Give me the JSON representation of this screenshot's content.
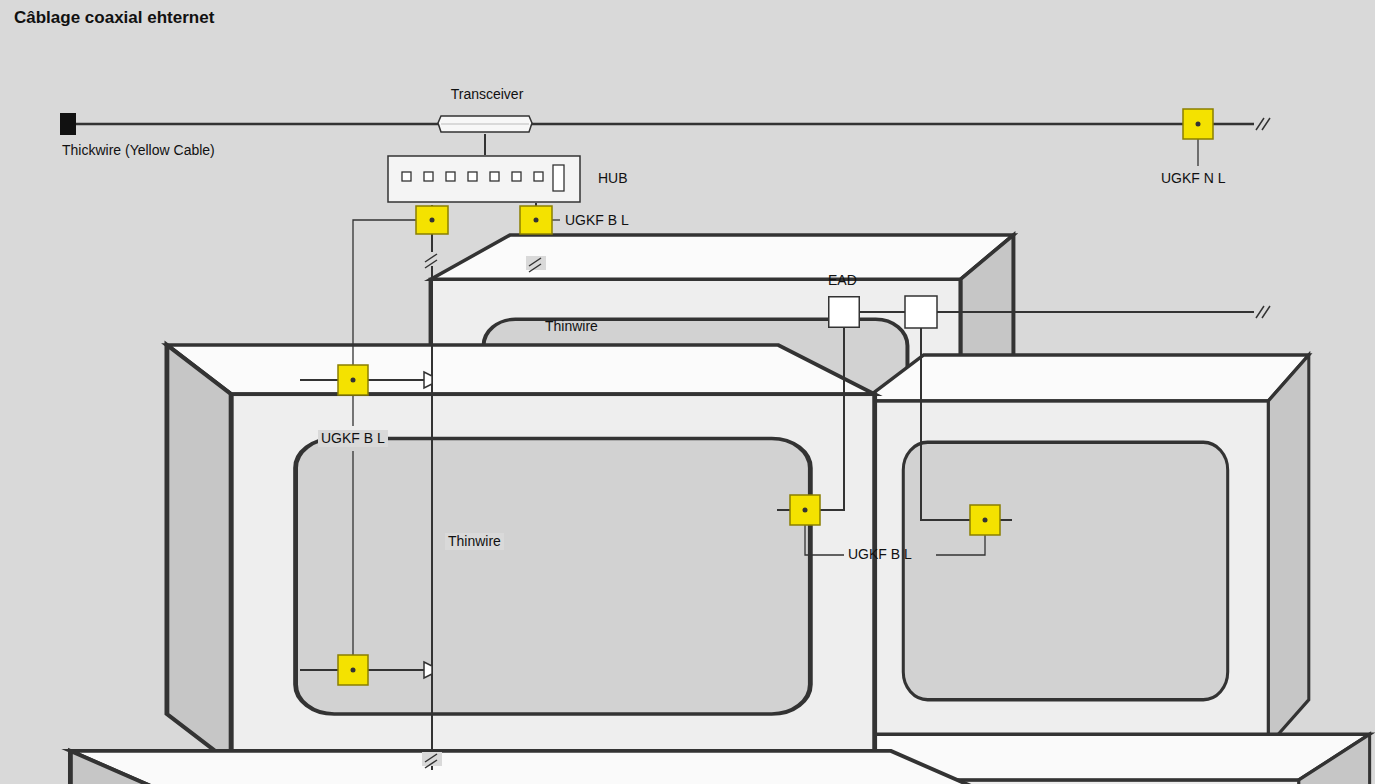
{
  "diagram": {
    "title": "Câblage coaxial ehternet",
    "nodes": [
      {
        "text": [
          "Transceiver"
        ]
      },
      {
        "text": [
          "HUB"
        ]
      },
      {
        "text": [
          "EAD"
        ]
      }
    ],
    "edges": [
      {
        "from": 0,
        "to": 1,
        "arrow": "none"
      },
      {
        "from": 1,
        "to": 2,
        "arrow": "none",
        "label": "Thinwire"
      }
    ],
    "labels": [
      "Thickwire (Yellow Cable)",
      "UGKF N L",
      "UGKF B L",
      "UGKF B L",
      "Thinwire",
      "UGKF B L"
    ]
  }
}
